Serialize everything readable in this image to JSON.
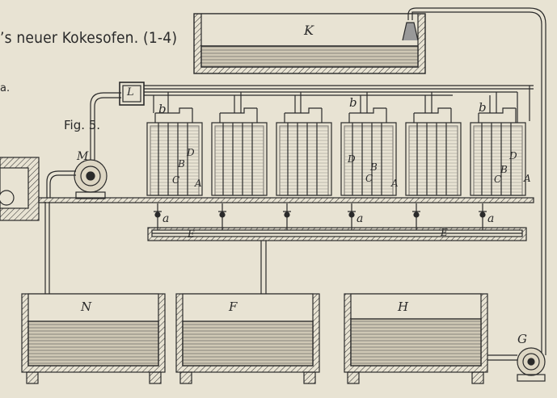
{
  "title": "’s neuer Kokesofen. (1-4)",
  "fig_label": "Fig. 5.",
  "left_fragment": "a.",
  "letters": {
    "K": "K",
    "L": "L",
    "M": "M",
    "N": "N",
    "F": "F",
    "H": "H",
    "G": "G",
    "E": "E",
    "a": "a",
    "b": "b",
    "A": "A",
    "B": "B",
    "C": "C",
    "D": "D"
  },
  "colors": {
    "paper": "#e8e3d3",
    "ink": "#2a2a2a",
    "liquid": "#cfc8b5"
  }
}
